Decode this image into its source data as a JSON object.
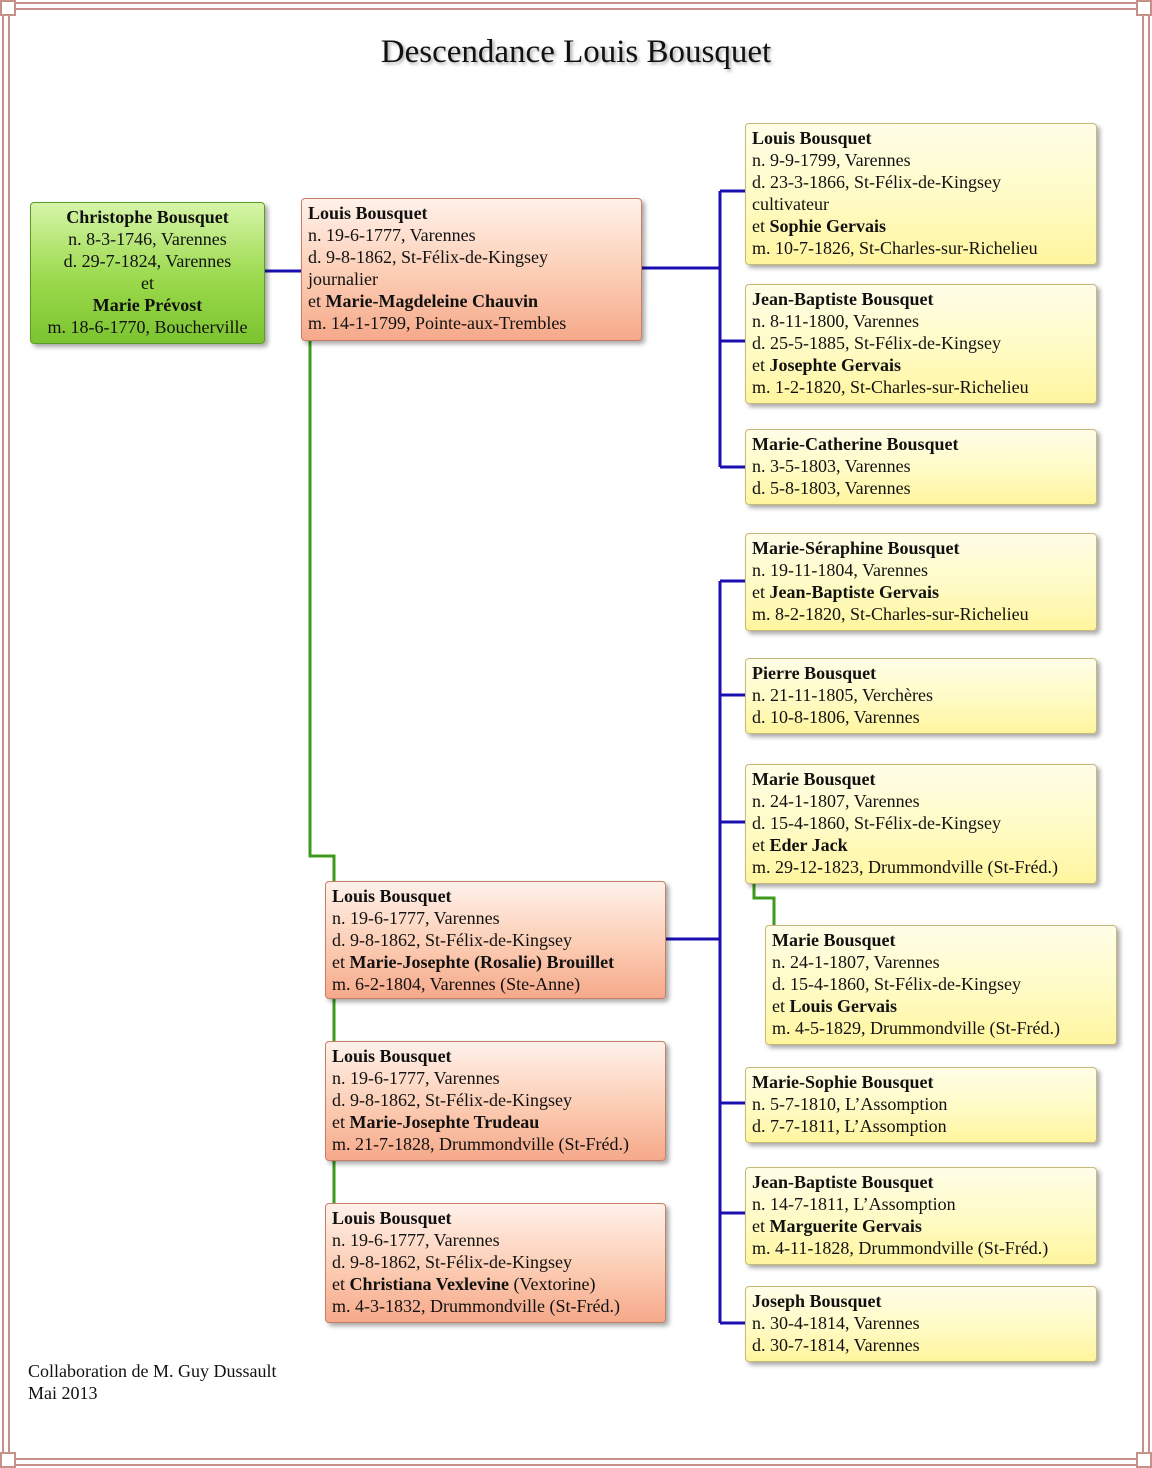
{
  "title": "Descendance Louis Bousquet",
  "root": {
    "name": "Christophe Bousquet",
    "birth": "n. 8-3-1746, Varennes",
    "death": "d. 29-7-1824, Varennes",
    "conj": "et",
    "spouse": "Marie Prévost",
    "marriage": "m. 18-6-1770, Boucherville"
  },
  "louis_unions": [
    {
      "name": "Louis Bousquet",
      "birth": "n. 19-6-1777, Varennes",
      "death": "d. 9-8-1862, St-Félix-de-Kingsey",
      "occupation": "journalier",
      "conj": "et ",
      "spouse": "Marie-Magdeleine Chauvin",
      "spouse_extra": "",
      "marriage": "m. 14-1-1799, Pointe-aux-Trembles"
    },
    {
      "name": "Louis Bousquet",
      "birth": "n. 19-6-1777, Varennes",
      "death": "d. 9-8-1862, St-Félix-de-Kingsey",
      "conj": "et ",
      "spouse": "Marie-Josephte (Rosalie) Brouillet",
      "spouse_extra": "",
      "marriage": "m. 6-2-1804, Varennes (Ste-Anne)"
    },
    {
      "name": "Louis Bousquet",
      "birth": "n. 19-6-1777, Varennes",
      "death": "d. 9-8-1862, St-Félix-de-Kingsey",
      "conj": "et ",
      "spouse": "Marie-Josephte Trudeau",
      "spouse_extra": "",
      "marriage": "m. 21-7-1828, Drummondville (St-Fréd.)"
    },
    {
      "name": "Louis Bousquet",
      "birth": "n. 19-6-1777, Varennes",
      "death": "d. 9-8-1862, St-Félix-de-Kingsey",
      "conj": "et ",
      "spouse": "Christiana Vexlevine",
      "spouse_extra": " (Vextorine)",
      "marriage": "m. 4-3-1832, Drummondville (St-Fréd.)"
    }
  ],
  "children_first": [
    {
      "name": "Louis Bousquet",
      "birth": "n. 9-9-1799, Varennes",
      "death": "d. 23-3-1866, St-Félix-de-Kingsey",
      "occupation": "cultivateur",
      "conj": "et ",
      "spouse": "Sophie Gervais",
      "marriage": "m. 10-7-1826, St-Charles-sur-Richelieu"
    },
    {
      "name": "Jean-Baptiste Bousquet",
      "birth": "n. 8-11-1800, Varennes",
      "death": "d. 25-5-1885, St-Félix-de-Kingsey",
      "conj": "et ",
      "spouse": "Josephte Gervais",
      "marriage": "m. 1-2-1820, St-Charles-sur-Richelieu"
    },
    {
      "name": "Marie-Catherine Bousquet",
      "birth": "n. 3-5-1803, Varennes",
      "death": "d. 5-8-1803, Varennes"
    }
  ],
  "children_second": [
    {
      "name": "Marie-Séraphine Bousquet",
      "birth": "n. 19-11-1804, Varennes",
      "conj": "et ",
      "spouse": "Jean-Baptiste Gervais",
      "marriage": "m. 8-2-1820, St-Charles-sur-Richelieu"
    },
    {
      "name": "Pierre Bousquet",
      "birth": "n. 21-11-1805, Verchères",
      "death": "d. 10-8-1806, Varennes"
    },
    {
      "name": "Marie Bousquet",
      "birth": "n. 24-1-1807, Varennes",
      "death": "d. 15-4-1860, St-Félix-de-Kingsey",
      "conj": "et ",
      "spouse": "Eder Jack",
      "marriage": "m. 29-12-1823, Drummondville (St-Fréd.)"
    },
    {
      "name": "Marie Bousquet",
      "birth": "n. 24-1-1807, Varennes",
      "death": "d. 15-4-1860, St-Félix-de-Kingsey",
      "conj": "et ",
      "spouse": "Louis Gervais",
      "marriage": "m. 4-5-1829, Drummondville (St-Fréd.)"
    },
    {
      "name": "Marie-Sophie Bousquet",
      "birth": "n. 5-7-1810, L’Assomption",
      "death": "d. 7-7-1811, L’Assomption"
    },
    {
      "name": "Jean-Baptiste Bousquet",
      "birth": "n. 14-7-1811, L’Assomption",
      "conj": "et ",
      "spouse": "Marguerite Gervais",
      "marriage": "m. 4-11-1828, Drummondville (St-Fréd.)"
    },
    {
      "name": "Joseph Bousquet",
      "birth": "n. 30-4-1814, Varennes",
      "death": "d. 30-7-1814, Varennes"
    }
  ],
  "footer": {
    "credit": "Collaboration de M. Guy Dussault",
    "date": "Mai 2013"
  },
  "colors": {
    "descent_line": "#1a0fb0",
    "remarriage_line": "#3c9b1c",
    "root_box": "#8fd33f",
    "union_box": "#fcc7ad",
    "child_box": "#fff9b5",
    "frame": "#c98f8a"
  }
}
